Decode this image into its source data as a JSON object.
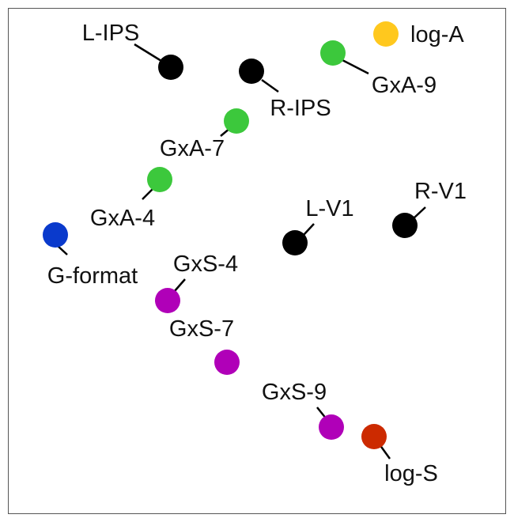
{
  "plot": {
    "points": [
      {
        "name": "point-l-ips",
        "label": "L-IPS",
        "group": "region"
      },
      {
        "name": "point-r-ips",
        "label": "R-IPS",
        "group": "region"
      },
      {
        "name": "point-gxa-9",
        "label": "GxA-9",
        "group": "gxa"
      },
      {
        "name": "point-log-a",
        "label": "log-A",
        "group": "log-a"
      },
      {
        "name": "point-gxa-7",
        "label": "GxA-7",
        "group": "gxa"
      },
      {
        "name": "point-gxa-4",
        "label": "GxA-4",
        "group": "gxa"
      },
      {
        "name": "point-r-v1",
        "label": "R-V1",
        "group": "region"
      },
      {
        "name": "point-l-v1",
        "label": "L-V1",
        "group": "region"
      },
      {
        "name": "point-g-format",
        "label": "G-format",
        "group": "format"
      },
      {
        "name": "point-gxs-4",
        "label": "GxS-4",
        "group": "gxs"
      },
      {
        "name": "point-gxs-7",
        "label": "GxS-7",
        "group": "gxs"
      },
      {
        "name": "point-gxs-9",
        "label": "GxS-9",
        "group": "gxs"
      },
      {
        "name": "point-log-s",
        "label": "log-S",
        "group": "log-s"
      }
    ],
    "colors": {
      "region": "#000000",
      "gxa": "#3cc83c",
      "gxs": "#b000b8",
      "format": "#0a3acc",
      "log-a": "#ffc81e",
      "log-s": "#cc2a00"
    }
  }
}
